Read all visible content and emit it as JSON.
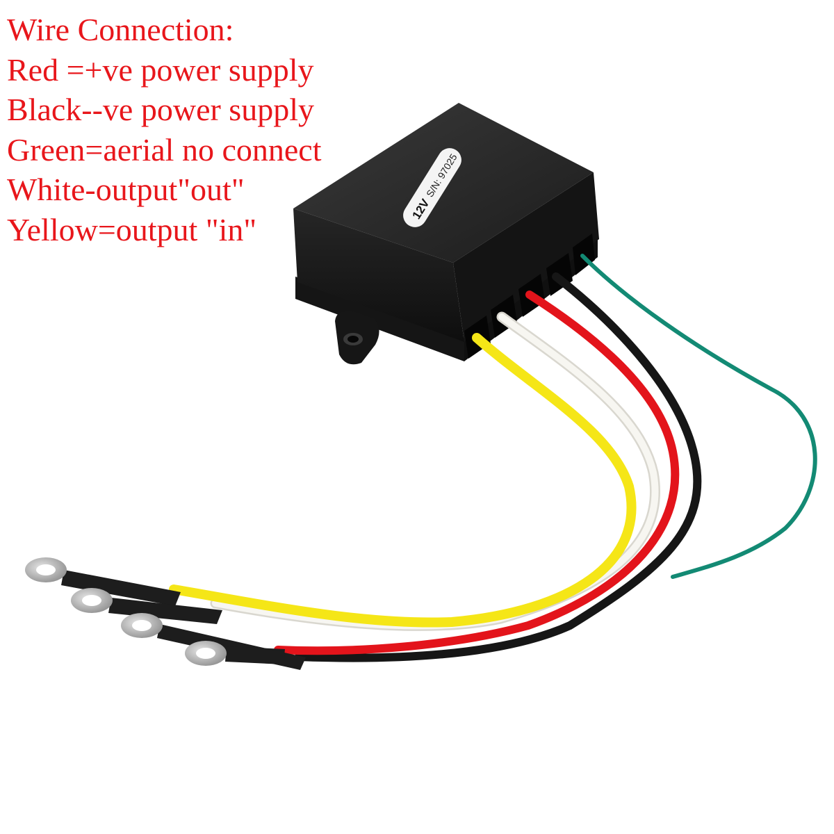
{
  "caption": {
    "title": "Wire Connection:",
    "lines": [
      "Red =+ve power supply",
      "Black--ve power supply",
      "Green=aerial no connect",
      "White-output\"out\"",
      "Yellow=output \"in\""
    ]
  },
  "device": {
    "label_voltage": "12V",
    "label_serial": "S/N: 97025"
  },
  "wire_colors": {
    "yellow": "#f5e617",
    "white": "#f2f0ea",
    "red": "#e3141b",
    "black": "#161616",
    "green": "#138a74"
  },
  "caption_color": "#e8161b"
}
